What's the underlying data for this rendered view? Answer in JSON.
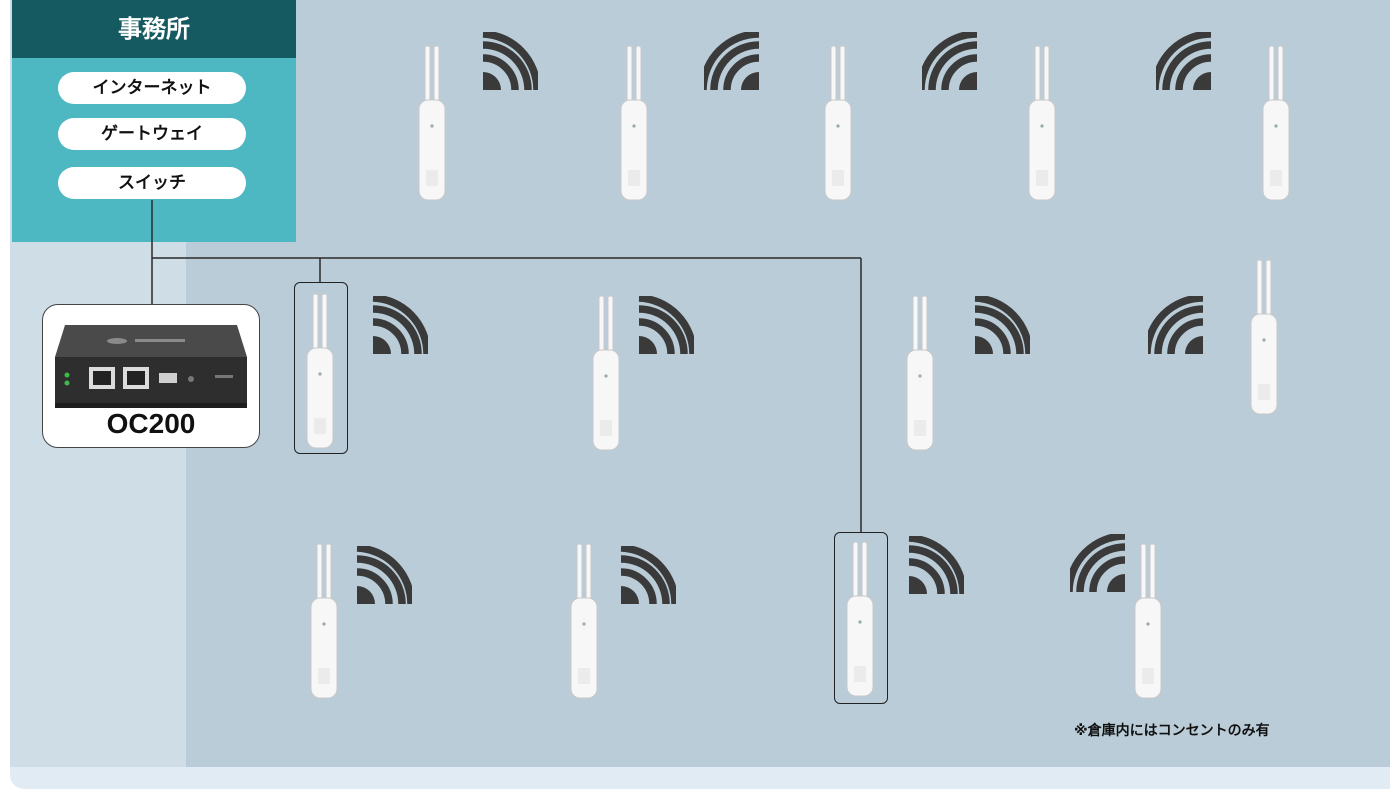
{
  "office": {
    "title": "事務所",
    "items": [
      "インターネット",
      "ゲートウェイ",
      "スイッチ"
    ]
  },
  "controller": {
    "label": "OC200"
  },
  "note": "※倉庫内にはコンセントのみ有",
  "colors": {
    "office_header": "#165a61",
    "office_body": "#4db7c2",
    "warehouse": "#b9ccd7",
    "left_strip": "#cfdde6",
    "outer_bg": "#e0ebf3",
    "wifi": "#3a3a3a"
  },
  "icons": [
    "access-point-icon",
    "wifi-signal-icon",
    "controller-device-icon"
  ]
}
